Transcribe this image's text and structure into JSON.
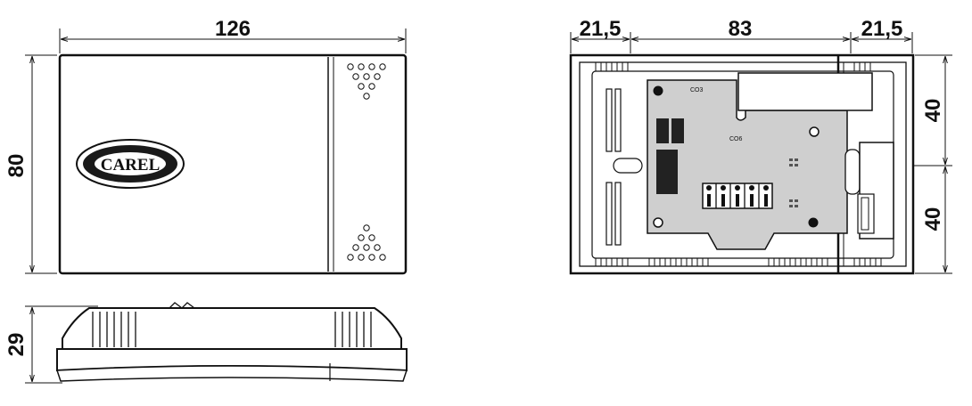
{
  "front_view": {
    "width_label": "126",
    "height_label": "80",
    "logo_text": "CAREL"
  },
  "side_view": {
    "height_label": "29"
  },
  "back_view": {
    "left_margin_label": "21,5",
    "center_width_label": "83",
    "right_margin_label": "21,5",
    "upper_height_label": "40",
    "lower_height_label": "40",
    "pcb_text_top": "CO3",
    "pcb_text_mid": "CO6"
  },
  "colors": {
    "stroke": "#111111",
    "board": "#cfcfcf",
    "logo_fill": "#1a1a1a"
  }
}
